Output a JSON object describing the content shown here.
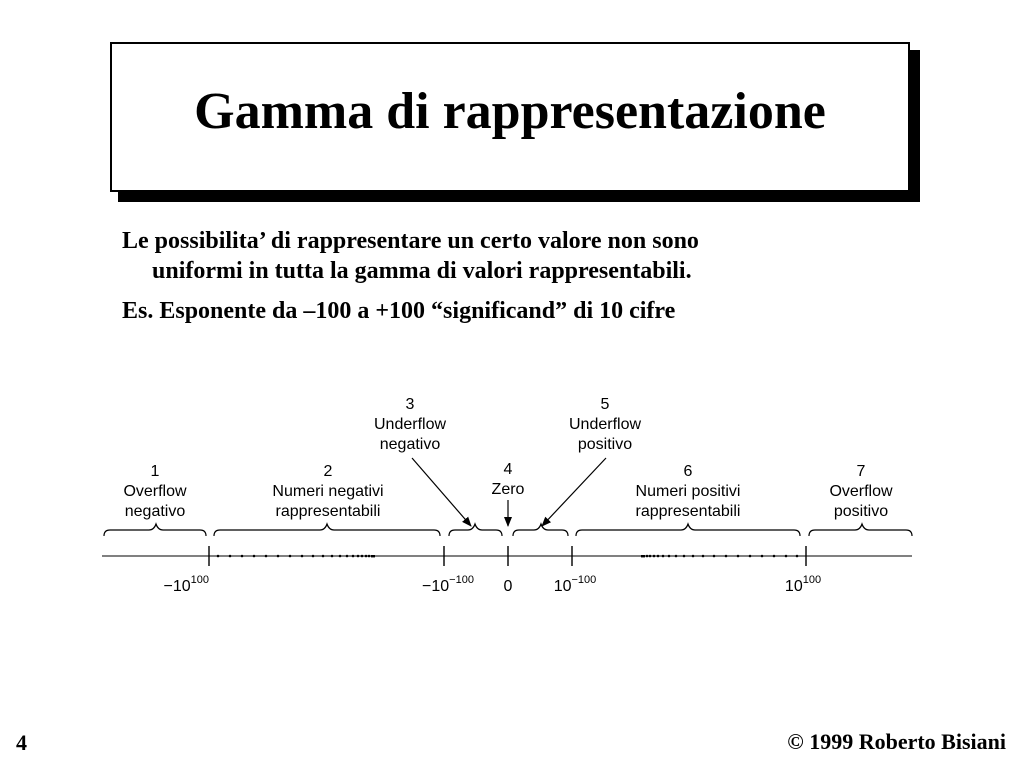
{
  "title": "Gamma di rappresentazione",
  "body": {
    "line1": "Le possibilita’ di rappresentare un certo valore non sono",
    "line2": "uniformi in tutta la gamma di valori rappresentabili.",
    "line3": "Es. Esponente da –100 a +100     “significand”  di 10 cifre"
  },
  "regions": [
    {
      "num": "1",
      "l1": "Overflow",
      "l2": "negativo"
    },
    {
      "num": "2",
      "l1": "Numeri negativi",
      "l2": "rappresentabili"
    },
    {
      "num": "3",
      "l1": "Underflow",
      "l2": "negativo"
    },
    {
      "num": "4",
      "l1": "Zero",
      "l2": ""
    },
    {
      "num": "5",
      "l1": "Underflow",
      "l2": "positivo"
    },
    {
      "num": "6",
      "l1": "Numeri positivi",
      "l2": "rappresentabili"
    },
    {
      "num": "7",
      "l1": "Overflow",
      "l2": "positivo"
    }
  ],
  "ticks": [
    {
      "base": "−10",
      "exp": "100"
    },
    {
      "base": "−10",
      "exp": "−100"
    },
    {
      "base": "0",
      "exp": ""
    },
    {
      "base": "10",
      "exp": "−100"
    },
    {
      "base": "10",
      "exp": "100"
    }
  ],
  "footer": {
    "page": "4",
    "copyright": "© 1999 Roberto Bisiani"
  }
}
